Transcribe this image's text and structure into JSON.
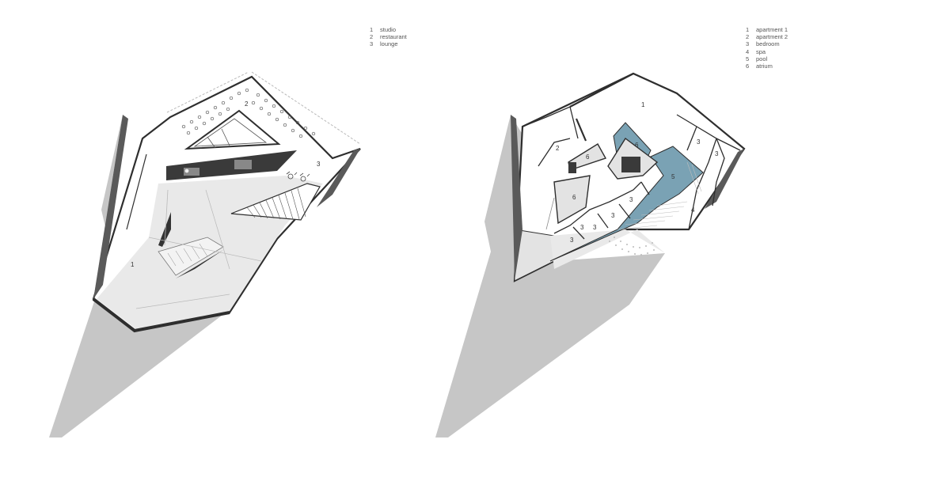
{
  "colors": {
    "shadow": "#c6c6c6",
    "floor": "#e9e9e9",
    "wall": "#2e2e2e",
    "thin_line": "#b9b9b9",
    "pool": "#7aa2b4"
  },
  "plans": [
    {
      "name": "left-plan",
      "legend": [
        {
          "num": "1",
          "label": "studio"
        },
        {
          "num": "2",
          "label": "restaurant"
        },
        {
          "num": "3",
          "label": "lounge"
        }
      ],
      "room_labels": [
        "1",
        "2",
        "3"
      ]
    },
    {
      "name": "right-plan",
      "legend": [
        {
          "num": "1",
          "label": "apartment 1"
        },
        {
          "num": "2",
          "label": "apartment 2"
        },
        {
          "num": "3",
          "label": "bedroom"
        },
        {
          "num": "4",
          "label": "spa"
        },
        {
          "num": "5",
          "label": "pool"
        },
        {
          "num": "6",
          "label": "atrium"
        }
      ],
      "room_labels": [
        "1",
        "2",
        "3",
        "3",
        "3",
        "3",
        "3",
        "3",
        "3",
        "4",
        "5",
        "6",
        "6",
        "6"
      ]
    }
  ]
}
